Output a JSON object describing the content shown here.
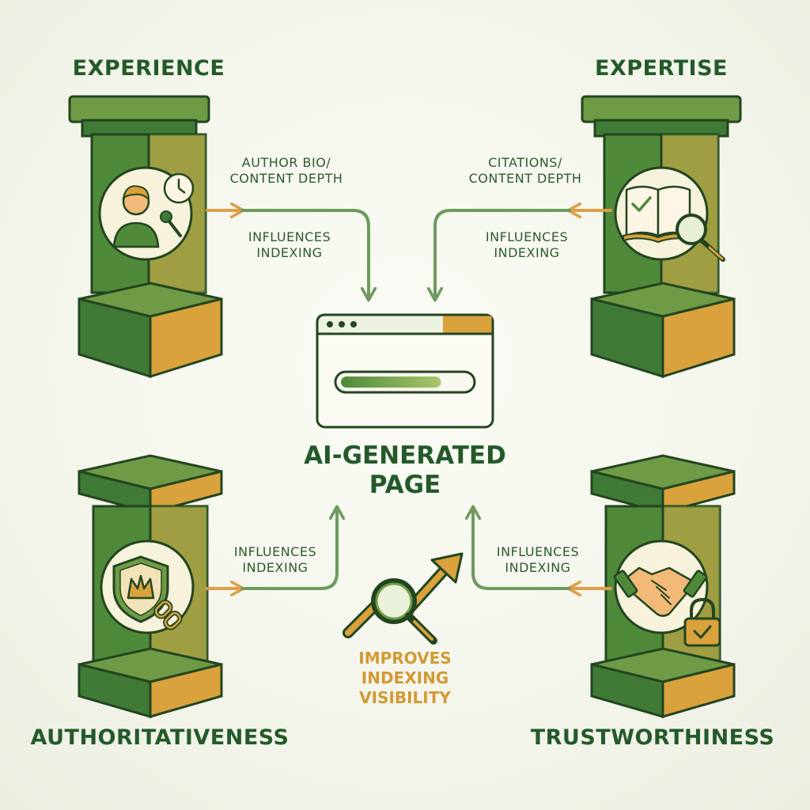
{
  "pillars": {
    "experience": {
      "title": "EXPERIENCE",
      "icon": "author-clock-microphone-icon"
    },
    "expertise": {
      "title": "EXPERTISE",
      "icon": "open-book-magnifier-icon"
    },
    "authoritativeness": {
      "title": "AUTHORITATIVENESS",
      "icon": "shield-crown-chain-icon"
    },
    "trustworthiness": {
      "title": "TRUSTWORTHINESS",
      "icon": "handshake-padlock-icon"
    }
  },
  "labels": {
    "experience_signal": [
      "AUTHOR BIO/",
      "CONTENT DEPTH"
    ],
    "expertise_signal": [
      "CITATIONS/",
      "CONTENT DEPTH"
    ],
    "influences": [
      "INFLUENCES",
      "INDEXING"
    ]
  },
  "center": {
    "title": [
      "AI-GENERATED",
      "PAGE"
    ],
    "progress_fraction": 0.78,
    "icon": "browser-window-icon"
  },
  "result": {
    "icon": "search-growth-arrow-icon",
    "text": [
      "IMPROVES",
      "INDEXING",
      "VISIBILITY"
    ]
  },
  "colors": {
    "dark_green": "#245a2a",
    "green": "#6f9b47",
    "gold": "#d9a23c",
    "arrow_green": "#6e9a5e",
    "arrow_gold": "#dca04a"
  }
}
